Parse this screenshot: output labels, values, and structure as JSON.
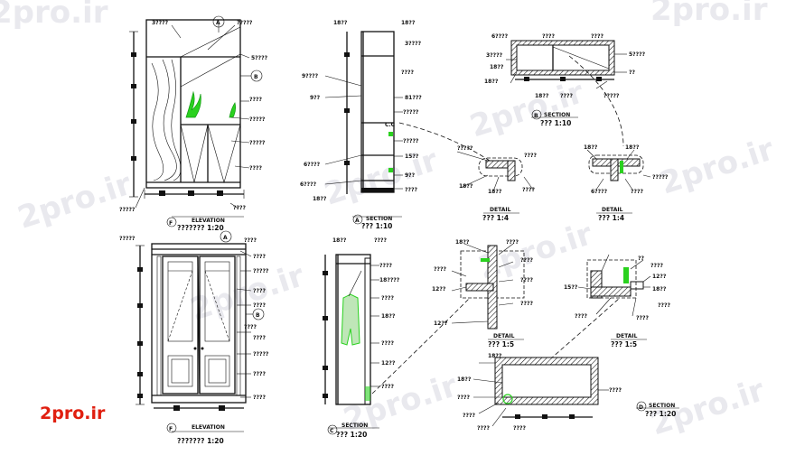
{
  "brand": "2pro.ir",
  "watermark": "2pro.ir",
  "views": {
    "elev1": {
      "mark": "F",
      "title": "ELEVATION",
      "scale": "??????? 1:20"
    },
    "sec_a": {
      "mark": "A",
      "title": "SECTION",
      "scale": "??? 1:10"
    },
    "sec_b": {
      "mark": "B",
      "title": "SECTION",
      "scale": "??? 1:10"
    },
    "det1": {
      "title": "DETAIL",
      "scale": "??? 1:4"
    },
    "det2": {
      "title": "DETAIL",
      "scale": "??? 1:4"
    },
    "elev2": {
      "mark": "F",
      "title": "ELEVATION",
      "scale": "??????? 1:20"
    },
    "sec_c": {
      "mark": "C",
      "title": "SECTION",
      "scale": "??? 1:20"
    },
    "det3": {
      "title": "DETAIL",
      "scale": "??? 1:5"
    },
    "det4": {
      "title": "DETAIL",
      "scale": "??? 1:5"
    },
    "sec_d": {
      "mark": "D",
      "title": "SECTION",
      "scale": "??? 1:20"
    }
  },
  "callout_marks": {
    "top_a": "A",
    "top_b": "B",
    "mid_a": "A",
    "mid_b": "B",
    "cut": "C.C"
  },
  "labels": {
    "e1": [
      "3????",
      "?????",
      "5????",
      "????",
      "?????",
      "?????",
      "????",
      "????",
      "?????",
      "?????",
      "????",
      "????"
    ],
    "sa": [
      "18??",
      "18??",
      "3????",
      "????",
      "9????",
      "9??",
      "81???",
      "?????",
      "?????",
      "15??",
      "9??",
      "6????",
      "6????",
      "????",
      "18??"
    ],
    "sb": [
      "6????",
      "????",
      "????",
      "3????",
      "18??",
      "18??",
      "18??",
      "????",
      "5????",
      "??",
      "?????"
    ],
    "d1": [
      "?????",
      "????",
      "18??",
      "18??",
      "????"
    ],
    "d2": [
      "18??",
      "18??",
      "?????",
      "6????",
      "????"
    ],
    "e2": [
      "?????",
      "????",
      "????",
      "?????",
      "????",
      "????",
      "????",
      "????",
      "?????",
      "????",
      "????",
      "????"
    ],
    "sc": [
      "18??",
      "????",
      "????",
      "18????",
      "????",
      "18??",
      "????",
      "12??",
      "????"
    ],
    "d3": [
      "18??",
      "????",
      "????",
      "????",
      "????",
      "12??",
      "12??",
      "????"
    ],
    "d4": [
      "??",
      "????",
      "12??",
      "15??",
      "18??",
      "????",
      "????",
      "????"
    ],
    "sd": [
      "18??",
      "????",
      "18??",
      "????",
      "????",
      "????",
      "????"
    ]
  }
}
